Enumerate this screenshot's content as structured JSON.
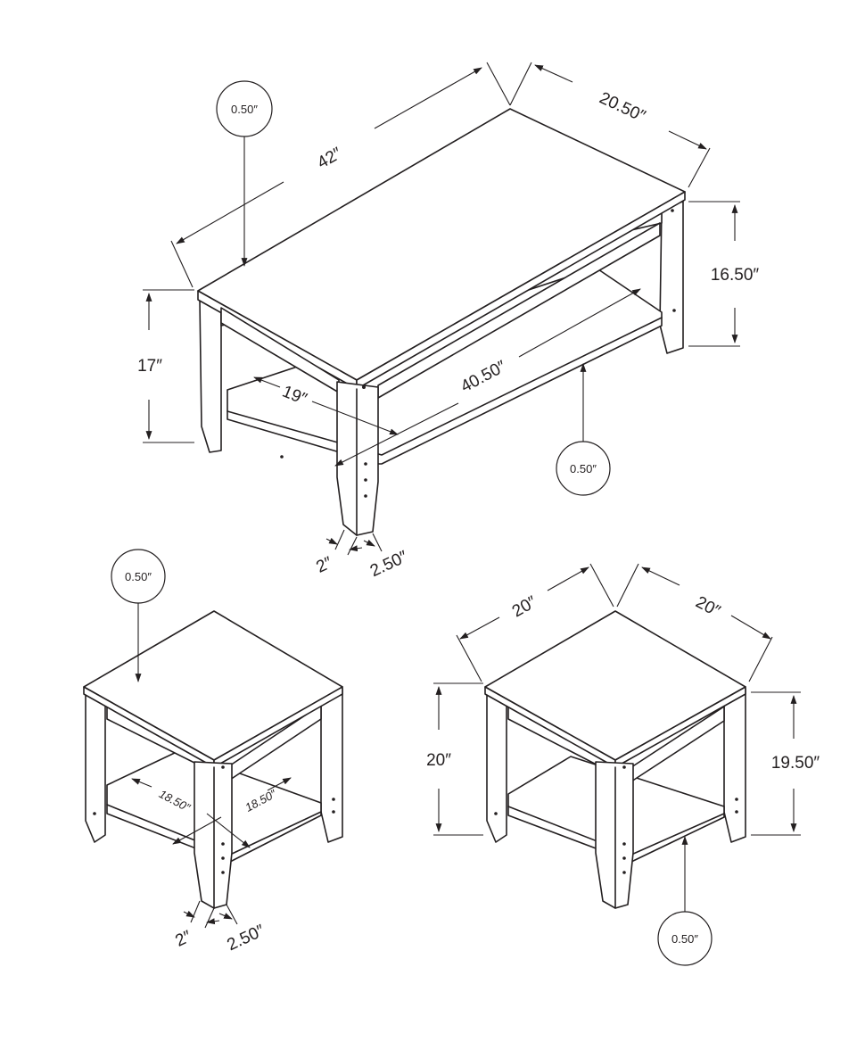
{
  "coffee_table": {
    "length": "42″",
    "depth": "20.50″",
    "top_thickness": "0.50″",
    "side_height": "16.50″",
    "height": "17″",
    "shelf_length": "40.50″",
    "shelf_depth": "19″",
    "shelf_thickness": "0.50″",
    "leg_foot": "2″",
    "leg_top": "2.50″"
  },
  "end_table_left": {
    "top_thickness": "0.50″",
    "shelf_width": "18.50″",
    "shelf_depth": "18.50″",
    "leg_foot": "2″",
    "leg_top": "2.50″"
  },
  "end_table_right": {
    "width": "20″",
    "depth": "20″",
    "height": "20″",
    "side_height": "19.50″",
    "shelf_thickness": "0.50″"
  }
}
